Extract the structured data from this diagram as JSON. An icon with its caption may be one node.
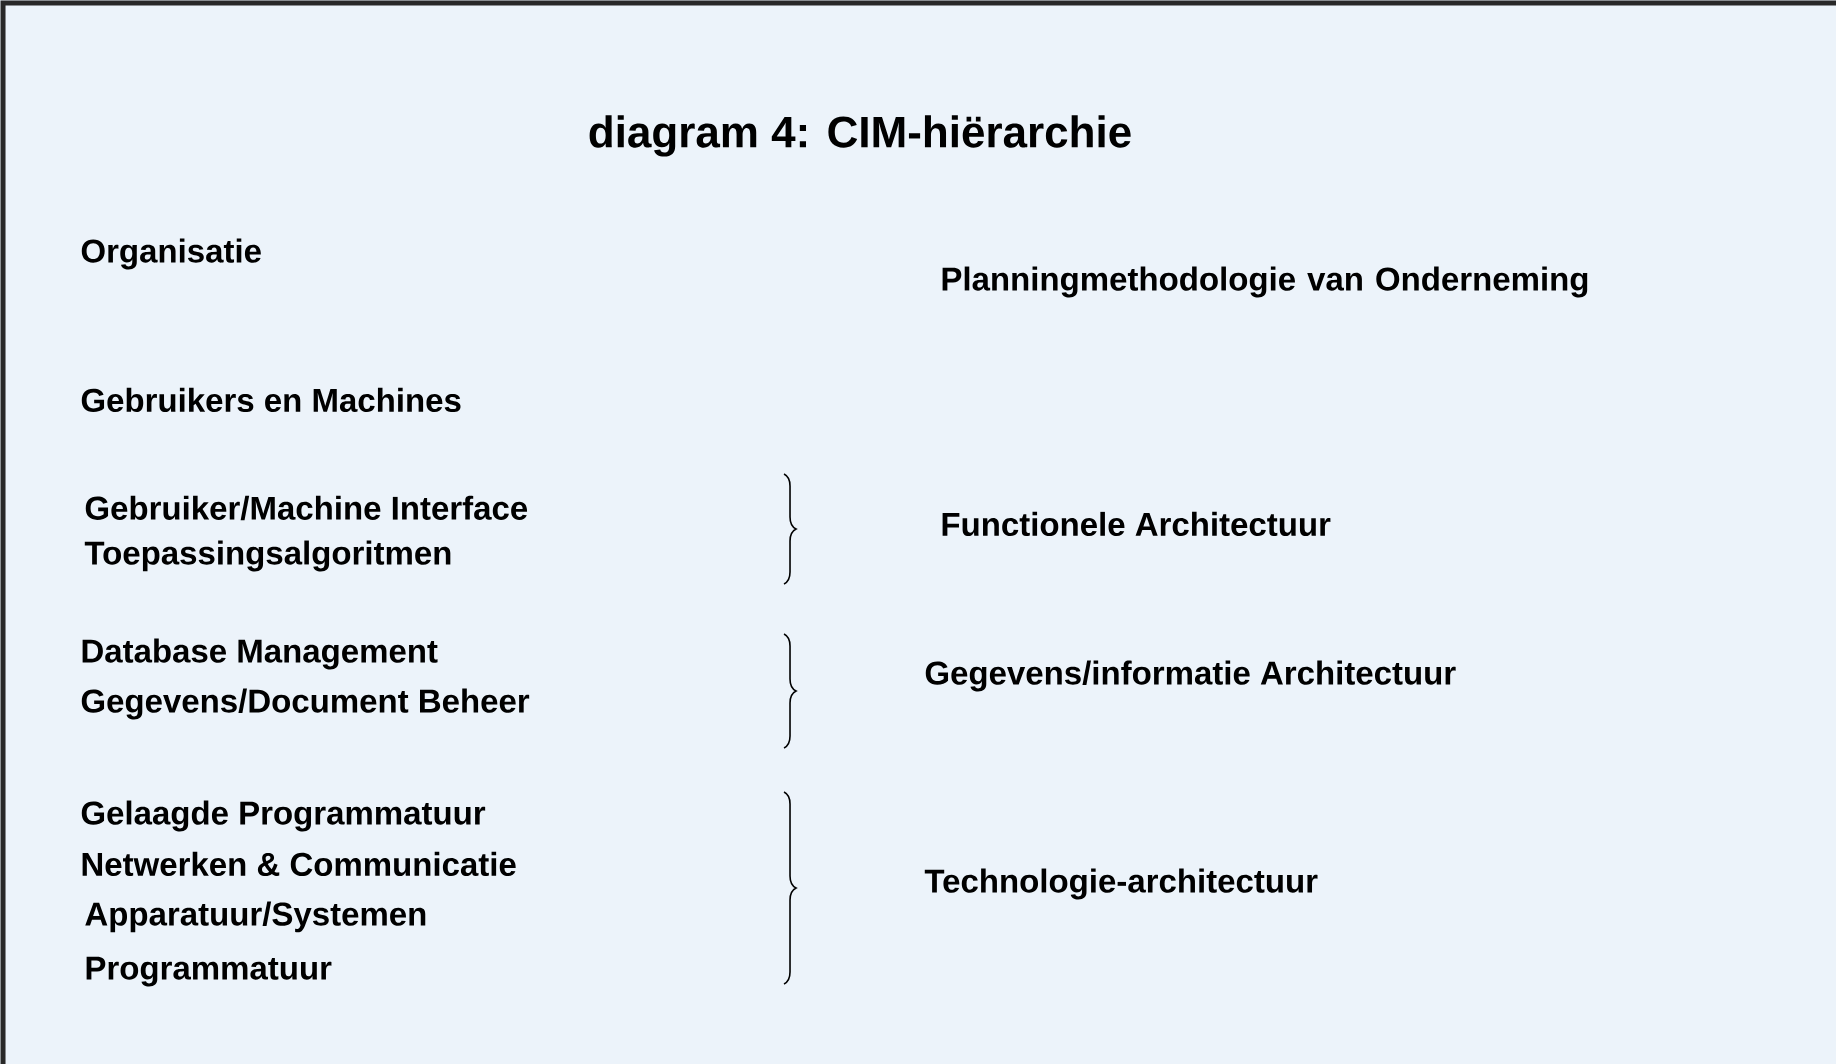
{
  "diagram": {
    "title": "diagram 4: CIM-hiërarchie",
    "labels": [
      "Organisatie",
      "Planningmethodologie van Onderneming",
      "Gebruikers en Machines",
      "Gebruiker/Machine Interface",
      "Toepassingsalgoritmen",
      "Functionele Architectuur",
      "Database Management",
      "Gegevens/Document Beheer",
      "Gegevens/informatie Architectuur",
      "Gelaagde Programmatuur",
      "Netwerken & Communicatie",
      "Apparatuur/Systemen Programmatuur",
      "Technologie-architectuur"
    ]
  }
}
